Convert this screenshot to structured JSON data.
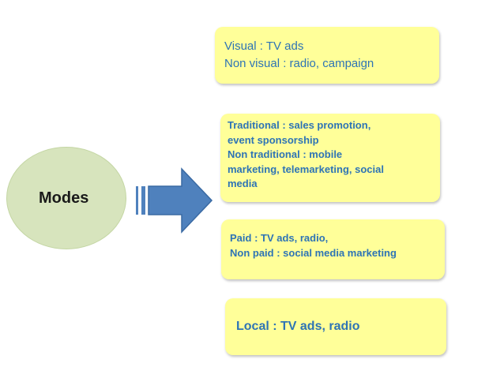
{
  "center": {
    "label": "Modes"
  },
  "boxes": [
    {
      "lines": [
        "Visual : TV ads",
        "Non visual : radio, campaign"
      ]
    },
    {
      "lines": [
        "Traditional : sales promotion,",
        "event sponsorship",
        "Non traditional : mobile",
        "marketing, telemarketing, social",
        "media"
      ]
    },
    {
      "lines": [
        "Paid :  TV ads, radio,",
        "Non paid : social media marketing"
      ]
    },
    {
      "lines": [
        "Local : TV ads, radio"
      ]
    }
  ],
  "colors": {
    "circle_fill": "#d7e4bd",
    "box_fill": "#ffff99",
    "text_blue": "#2e74b5",
    "arrow_blue": "#4f81bd"
  }
}
